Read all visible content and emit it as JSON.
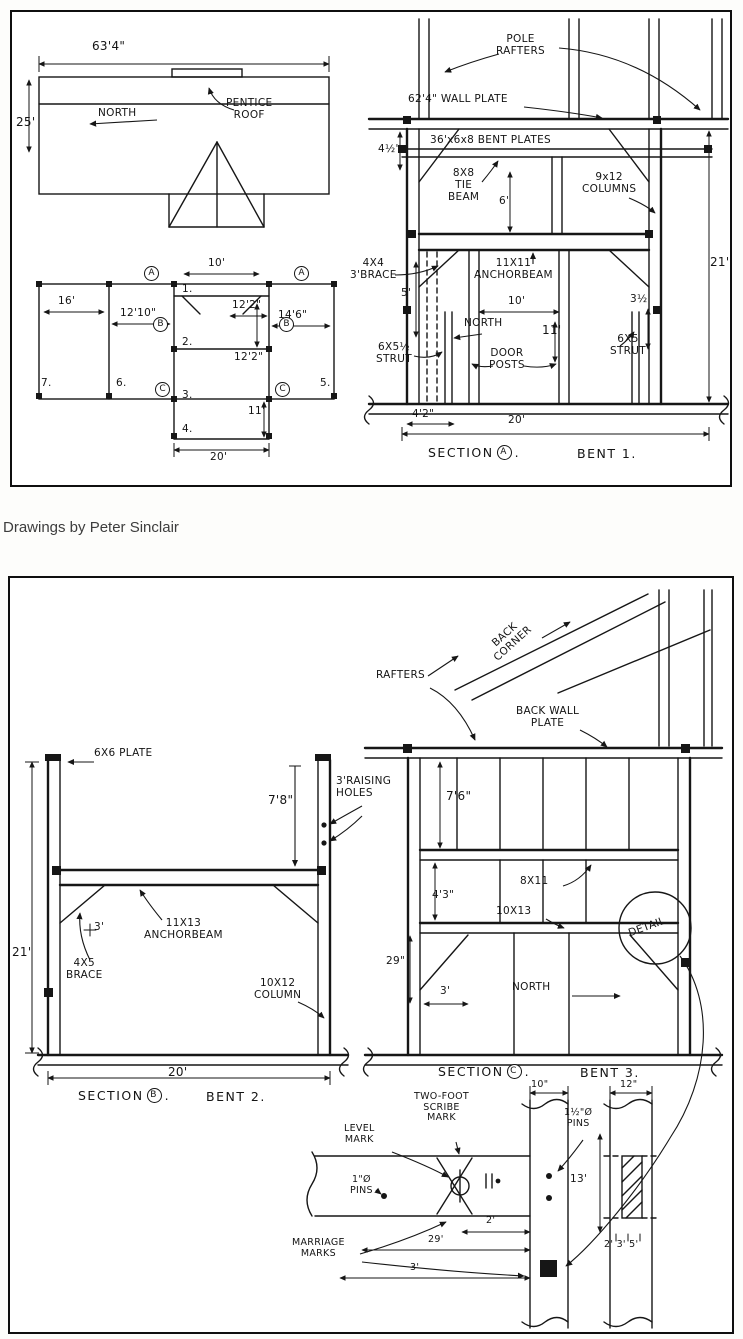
{
  "style": {
    "ink": "#161616",
    "paper": "#ffffff"
  },
  "caption": "Drawings by Peter Sinclair",
  "p1": {
    "roof": {
      "width": "63'4\"",
      "depth": "25'",
      "north": "NORTH",
      "pentice": "PENTICE\nROOF"
    },
    "plan": {
      "d10": "10'",
      "n1": "1.",
      "n2": "2.",
      "n3": "3.",
      "n4": "4.",
      "n5": "5.",
      "n6": "6.",
      "n7": "7.",
      "d16": "16'",
      "d12_10": "12'10\"",
      "d12_2a": "12'2\"",
      "d14_6": "14'6\"",
      "d12_2b": "12'2\"",
      "d11": "11'",
      "d20": "20'",
      "colA": "A",
      "colB": "B",
      "colC": "C"
    },
    "sec": {
      "pole_rafters": "POLE\nRAFTERS",
      "wall_plate": "62'4\" WALL PLATE",
      "bent_plates": "36'x6x8 BENT PLATES",
      "d4_5": "4½'",
      "tie_beam": "8X8\nTIE\nBEAM",
      "d6": "6'",
      "columns": "9x12\nCOLUMNS",
      "d21": "21'",
      "brace": "4X4\n3'BRACE",
      "anchorbeam": "11X11\nANCHORBEAM",
      "d5": "5'",
      "d10": "10'",
      "north": "NORTH",
      "d11": "11'",
      "d3_5": "3½'",
      "strut_l": "6X5½\nSTRUT",
      "door_posts": "DOOR\nPOSTS",
      "strut_r": "6X5\nSTRUT",
      "d4_2": "4'2\"",
      "d20": "20'",
      "section_word": "SECTION",
      "section_letter": "A",
      "section_period": ".",
      "bent": "BENT 1."
    }
  },
  "p2": {
    "b": {
      "plate": "6X6 PLATE",
      "d7_8": "7'8\"",
      "raising": "3'RAISING\nHOLES",
      "d21": "21'",
      "d3": "3'",
      "brace": "4X5\nBRACE",
      "anchorbeam": "11X13\nANCHORBEAM",
      "column": "10X12\nCOLUMN",
      "d20": "20'",
      "section_word": "SECTION",
      "section_letter": "B",
      "section_period": ".",
      "bent": "BENT 2."
    },
    "c": {
      "rafters": "RAFTERS",
      "back_corner": "BACK\nCORNER",
      "back_wall_plate": "BACK WALL\nPLATE",
      "d7_6": "7'6\"",
      "d4_3": "4'3\"",
      "b8x11": "8X11",
      "b10x13": "10X13",
      "d29": "29\"",
      "d3": "3'",
      "north": "NORTH",
      "detail": "DETAIL",
      "section_word": "SECTION",
      "section_letter": "C",
      "section_period": ".",
      "bent": "BENT 3."
    },
    "det": {
      "two_foot": "TWO-FOOT\nSCRIBE\nMARK",
      "level": "LEVEL\nMARK",
      "d10in": "10\"",
      "pins_big": "1½\"Ø\nPINS",
      "d12in": "12\"",
      "pins_small": "1\"Ø\nPINS",
      "d13": "13'",
      "d2": "2'",
      "d29": "29'",
      "marriage": "MARRIAGE\nMARKS",
      "d3": "3'",
      "scale": "2' 3' 5'"
    }
  }
}
